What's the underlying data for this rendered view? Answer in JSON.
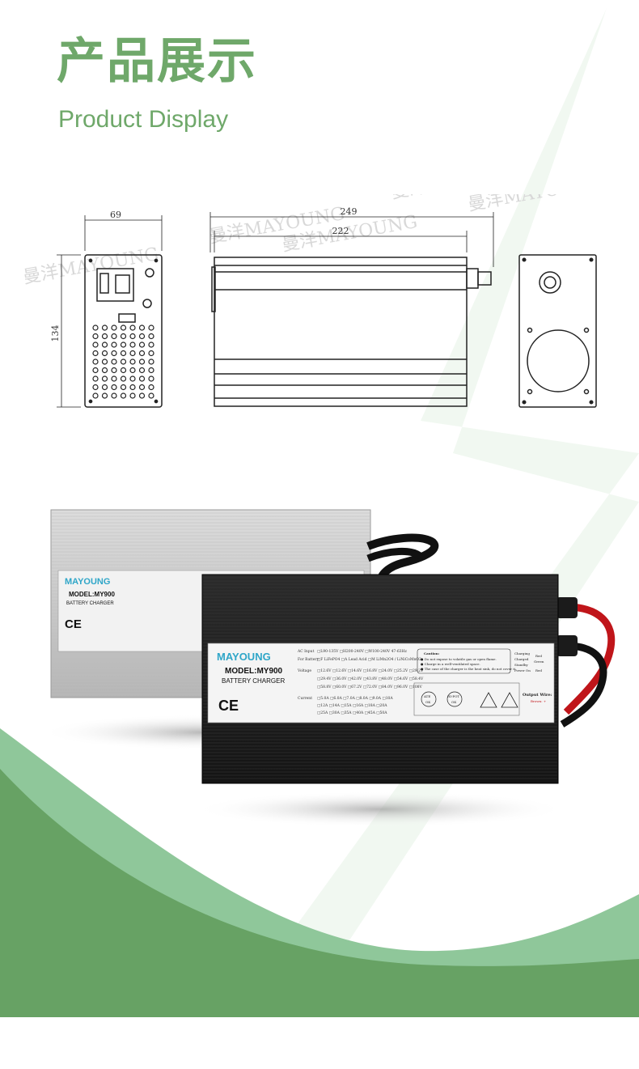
{
  "header": {
    "title_cn": "产品展示",
    "title_en": "Product Display"
  },
  "watermark": "曼洋MAYOUNG",
  "drawing": {
    "dim_width_front": "69",
    "dim_height_front": "134",
    "dim_length_total": "249",
    "dim_length_body": "222"
  },
  "label": {
    "brand": "MAYOUNG",
    "model": "MODEL:MY900",
    "product_type": "BATTERY CHARGER",
    "ac_input_label": "AC Input",
    "ac_input_options": "□L90-135V  □H200-240V  □W100-240V   47-63Hz",
    "battery_label": "For Battery",
    "battery_options": "□F LiFePO4  □A Lead Acid  □M LiMn2O4 / LiNiCoMnO2",
    "voltage_label": "Voltage",
    "voltage_row1": "□12.6V □12.6V □14.6V □16.8V □24.0V □25.2V □29.2V",
    "voltage_row2": "□29.4V □36.0V □42.0V □43.8V □48.0V □54.6V □58.4V",
    "voltage_row3": "□58.8V □60.0V □67.2V □72.0V □84.0V □96.0V □108V",
    "current_label": "Current",
    "current_row1": "□5.0A □6.0A □7.0A □8.0A □9.0A □10A",
    "current_row2": "□12A □14A □15A □16A □18A □20A",
    "current_row3": "□25A □30A □35A □40A □45A □50A",
    "caution_title": "Caution:",
    "caution_1": "● Do not expose to volatile gas or open flame.",
    "caution_2": "● Charge in a well-ventilated space.",
    "caution_3": "● The case of the charger is the heat sink, do not cover it.",
    "status_charging": "Charging",
    "status_charged": "Charged",
    "status_standby": "Standby",
    "status_power_on": "Power On",
    "led_red": "Red",
    "led_green": "Green",
    "led_red2": "Red",
    "output_wire": "Output Wire:",
    "output_brown": "Brown: +",
    "ce_mark": "CE",
    "ate_ok": "ATE",
    "ate_ok2": "OK",
    "hipot": "HI-POT",
    "hipot_ok": "OK"
  },
  "colors": {
    "brand_green": "#6fa86a",
    "wave_dark": "#67a264",
    "wave_light": "#8fc79a",
    "brand_text": "#2fa6c8"
  }
}
